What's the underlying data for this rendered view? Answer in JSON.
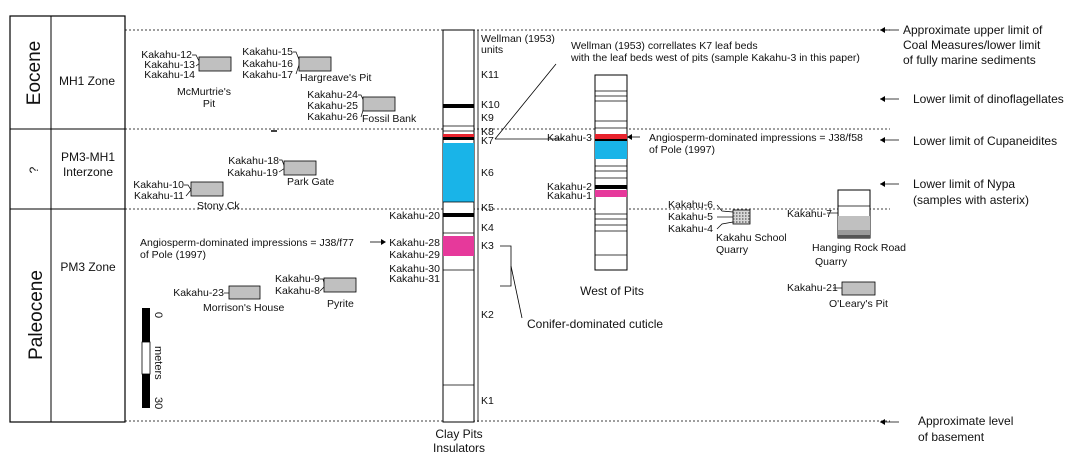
{
  "colors": {
    "black": "#000000",
    "red": "#e8232d",
    "cyan": "#19b4e8",
    "magenta": "#e6399b",
    "grey_box": "#c0c0c0",
    "mid_grey": "#9a9a9a",
    "dark_grey": "#555555"
  },
  "epochs": {
    "eocene": "Eocene",
    "unknown": "?",
    "paleocene": "Paleocene"
  },
  "zones": {
    "mh1": "MH1 Zone",
    "pm3mh1_l1": "PM3-MH1",
    "pm3mh1_l2": "Interzone",
    "pm3": "PM3 Zone"
  },
  "samples": {
    "k12": "Kakahu-12",
    "k13": "Kakahu-13",
    "k14": "Kakahu-14",
    "k15": "Kakahu-15",
    "k16": "Kakahu-16",
    "k17": "Kakahu-17",
    "k24": "Kakahu-24",
    "k25": "Kakahu-25",
    "k26": "Kakahu-26",
    "k18": "Kakahu-18",
    "k19": "Kakahu-19",
    "k10": "Kakahu-10",
    "k11": "Kakahu-11",
    "k23": "Kakahu-23",
    "k9": "Kakahu-9",
    "k8": "Kakahu-8",
    "k20": "Kakahu-20",
    "k28": "Kakahu-28",
    "k29": "Kakahu-29",
    "k30": "Kakahu-30",
    "k31": "Kakahu-31",
    "k3": "Kakahu-3",
    "k2": "Kakahu-2",
    "k1": "Kakahu-1",
    "k6": "Kakahu-6",
    "k5": "Kakahu-5",
    "k4": "Kakahu-4",
    "k7": "Kakahu-7",
    "k21": "Kakahu-21"
  },
  "localities": {
    "mcmurtrie_1": "McMurtrie's",
    "mcmurtrie_2": "Pit",
    "hargreave": "Hargreave's Pit",
    "fossil_bank": "Fossil Bank",
    "park_gate": "Park Gate",
    "stony_ck": "Stony Ck",
    "morrison": "Morrison's House",
    "pyrite": "Pyrite",
    "clay_pits_1": "Clay Pits",
    "clay_pits_2": "Insulators",
    "west_of_pits": "West of Pits",
    "kakahu_school_1": "Kakahu School",
    "kakahu_school_2": "Quarry",
    "hanging_rock_1": "Hanging Rock Road",
    "hanging_rock_2": "Quarry",
    "olearys": "O'Leary's Pit"
  },
  "units": {
    "header_1": "Wellman (1953)",
    "header_2": "units",
    "k11": "K11",
    "k10": "K10",
    "k9": "K9",
    "k8": "K8",
    "k7": "K7",
    "k6": "K6",
    "k5": "K5",
    "k4": "K4",
    "k3": "K3",
    "k2": "K2",
    "k1": "K1"
  },
  "annotations": {
    "wellman_1": "Wellman (1953) correllates K7 leaf beds",
    "wellman_2": "with the leaf beds west of pits (sample Kakahu-3 in this paper)",
    "angio_left_1": "Angiosperm-dominated impressions = J38/f77",
    "angio_left_2": "of Pole (1997)",
    "angio_right_1": "Angiosperm-dominated impressions = J38/f58",
    "angio_right_2": "of Pole (1997)",
    "conifer": "Conifer-dominated cuticle"
  },
  "right_notes": {
    "upper_1": "Approximate upper limit of",
    "upper_2": "Coal Measures/lower limit",
    "upper_3": "of fully marine sediments",
    "dino": "Lower limit of dinoflagellates",
    "cupan": "Lower limit of Cupaneidites",
    "nypa_1": "Lower limit of Nypa",
    "nypa_2": "(samples with asterix)",
    "base_1": "Approximate level",
    "base_2": "of basement"
  },
  "scale_bar": {
    "zero": "0",
    "unit": "meters",
    "max": "30"
  }
}
